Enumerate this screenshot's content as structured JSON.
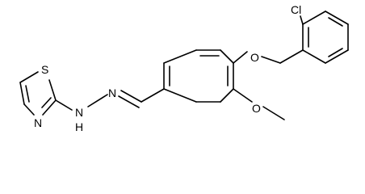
{
  "atoms": {
    "cl": "Cl",
    "o_ether": "O",
    "o_methoxy": "O",
    "s_thiazole": "S",
    "n_thiazole": "N",
    "n_hydrazone_1": "N",
    "n_hydrazone_2": "N",
    "nh": "H"
  }
}
